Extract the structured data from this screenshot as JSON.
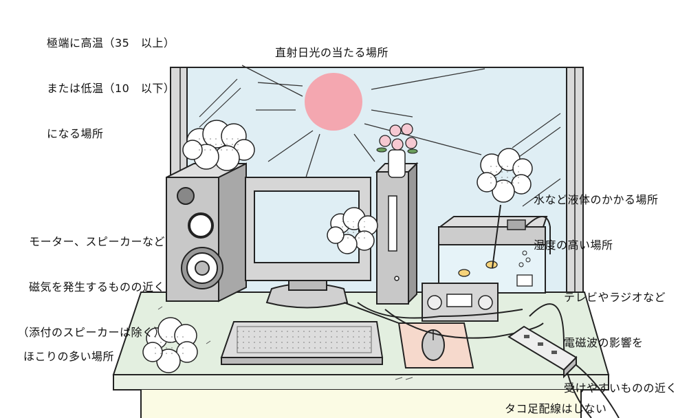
{
  "labels": {
    "temperature": [
      "極端に高温（35　以上）",
      "または低温（10　以下）",
      "になる場所"
    ],
    "sunlight": "直射日光の当たる場所",
    "magnetic": [
      "モーター、スピーカーなど",
      "磁気を発生するものの近く",
      "（添付のスピーカーは除く）"
    ],
    "liquid": [
      "水など液体のかかる場所",
      "湿度の高い場所"
    ],
    "electromagnetic": [
      "テレビやラジオなど",
      "電磁波の影響を",
      "受けやすいものの近く"
    ],
    "dust": "ほこりの多い場所",
    "octopus": "タコ足配線はしない"
  },
  "colors": {
    "sun": "#f4a7b0",
    "desk": "#e3efe0",
    "sky": "#dfeef4",
    "panel": "#c8c8c8",
    "mousepad": "#f6d9cc",
    "water": "#e6f3f8"
  }
}
